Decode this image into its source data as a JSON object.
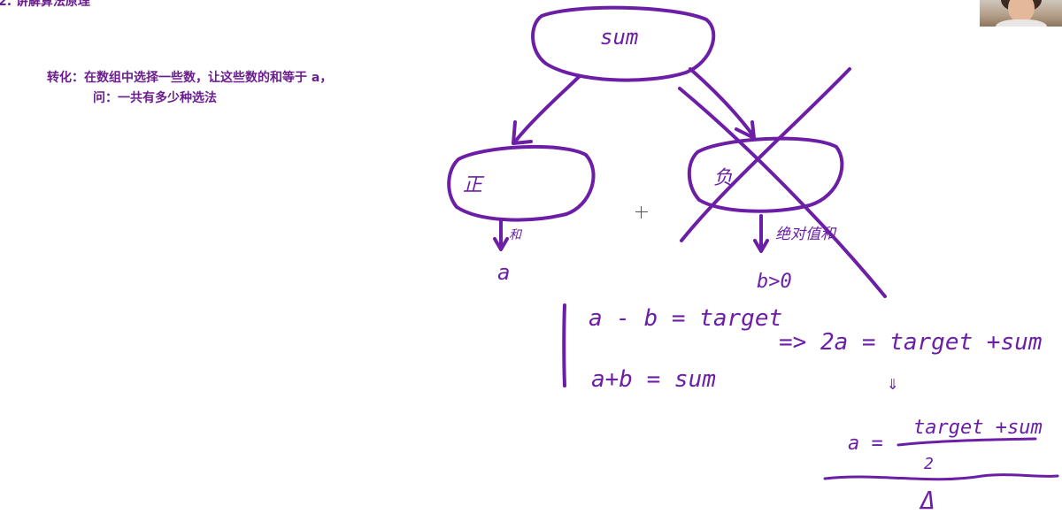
{
  "slide": {
    "heading": "2. 讲解算法原理",
    "note_line1": "转化：在数组中选择一些数，让这些数的和等于 a，",
    "note_line2": "问：一共有多少种选法"
  },
  "drawing": {
    "root_label": "sum",
    "left_label": "正",
    "right_label": "负",
    "left_arrow_label": "和",
    "right_arrow_label": "绝对值和",
    "left_result": "a",
    "right_result": "b>0",
    "eq1": "a - b =  target",
    "eq2": "a+b =  sum",
    "implies": "=> 2a = target +sum",
    "down_arrow": "⇓",
    "frac_lhs": "a =",
    "frac_num": "target +sum",
    "frac_den": "2",
    "delta": "Δ",
    "ink_color": "#6c1fa6"
  }
}
